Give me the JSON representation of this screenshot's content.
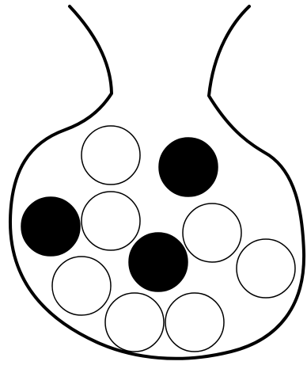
{
  "diagram": {
    "container": "bag",
    "balls": [
      {
        "id": 1,
        "color": "white"
      },
      {
        "id": 2,
        "color": "black"
      },
      {
        "id": 3,
        "color": "black"
      },
      {
        "id": 4,
        "color": "white"
      },
      {
        "id": 5,
        "color": "white"
      },
      {
        "id": 6,
        "color": "black"
      },
      {
        "id": 7,
        "color": "white"
      },
      {
        "id": 8,
        "color": "white"
      },
      {
        "id": 9,
        "color": "white"
      },
      {
        "id": 10,
        "color": "white"
      }
    ],
    "counts": {
      "white": 7,
      "black": 3,
      "total": 10
    },
    "colors": {
      "stroke": "#000000",
      "white_ball": "#ffffff",
      "black_ball": "#000000",
      "background": "#ffffff"
    }
  }
}
